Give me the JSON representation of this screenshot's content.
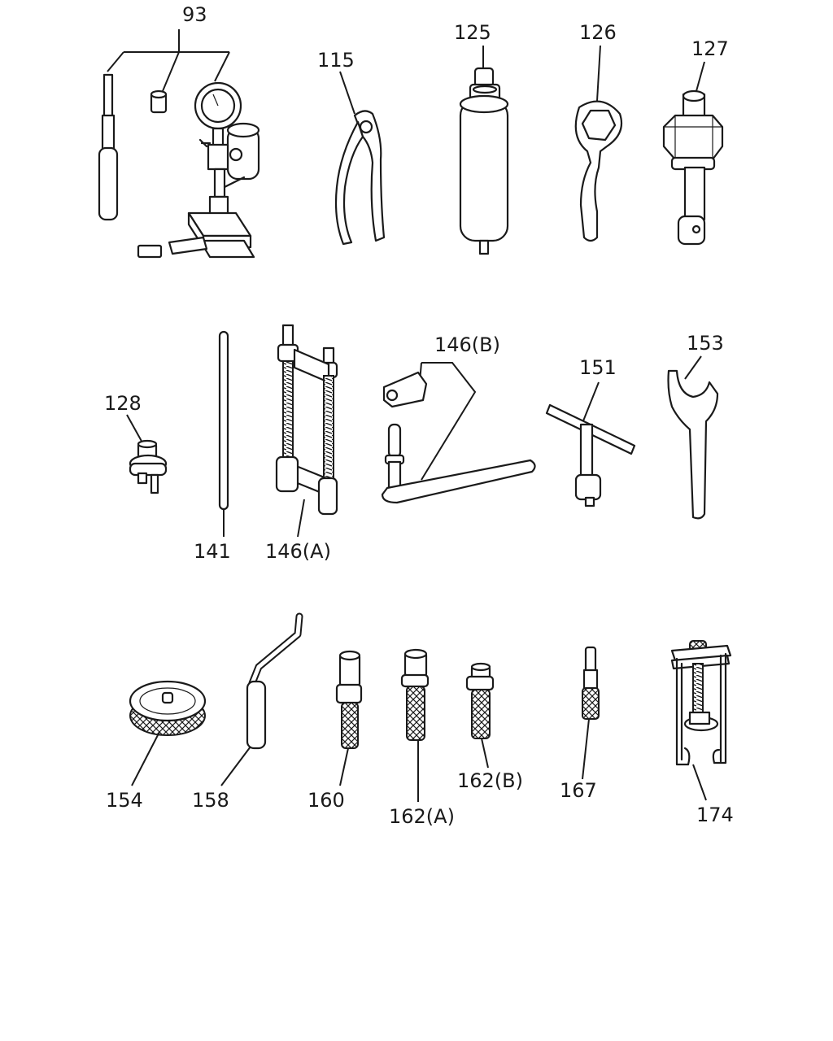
{
  "labels": {
    "p93": "93",
    "p115": "115",
    "p125": "125",
    "p126": "126",
    "p127": "127",
    "p128": "128",
    "p141": "141",
    "p146a": "146(A)",
    "p146b": "146(B)",
    "p151": "151",
    "p153": "153",
    "p154": "154",
    "p158": "158",
    "p160": "160",
    "p162a": "162(A)",
    "p162b": "162(B)",
    "p167": "167",
    "p174": "174"
  },
  "colors": {
    "ink": "#1a1a1a",
    "background": "#ffffff"
  }
}
